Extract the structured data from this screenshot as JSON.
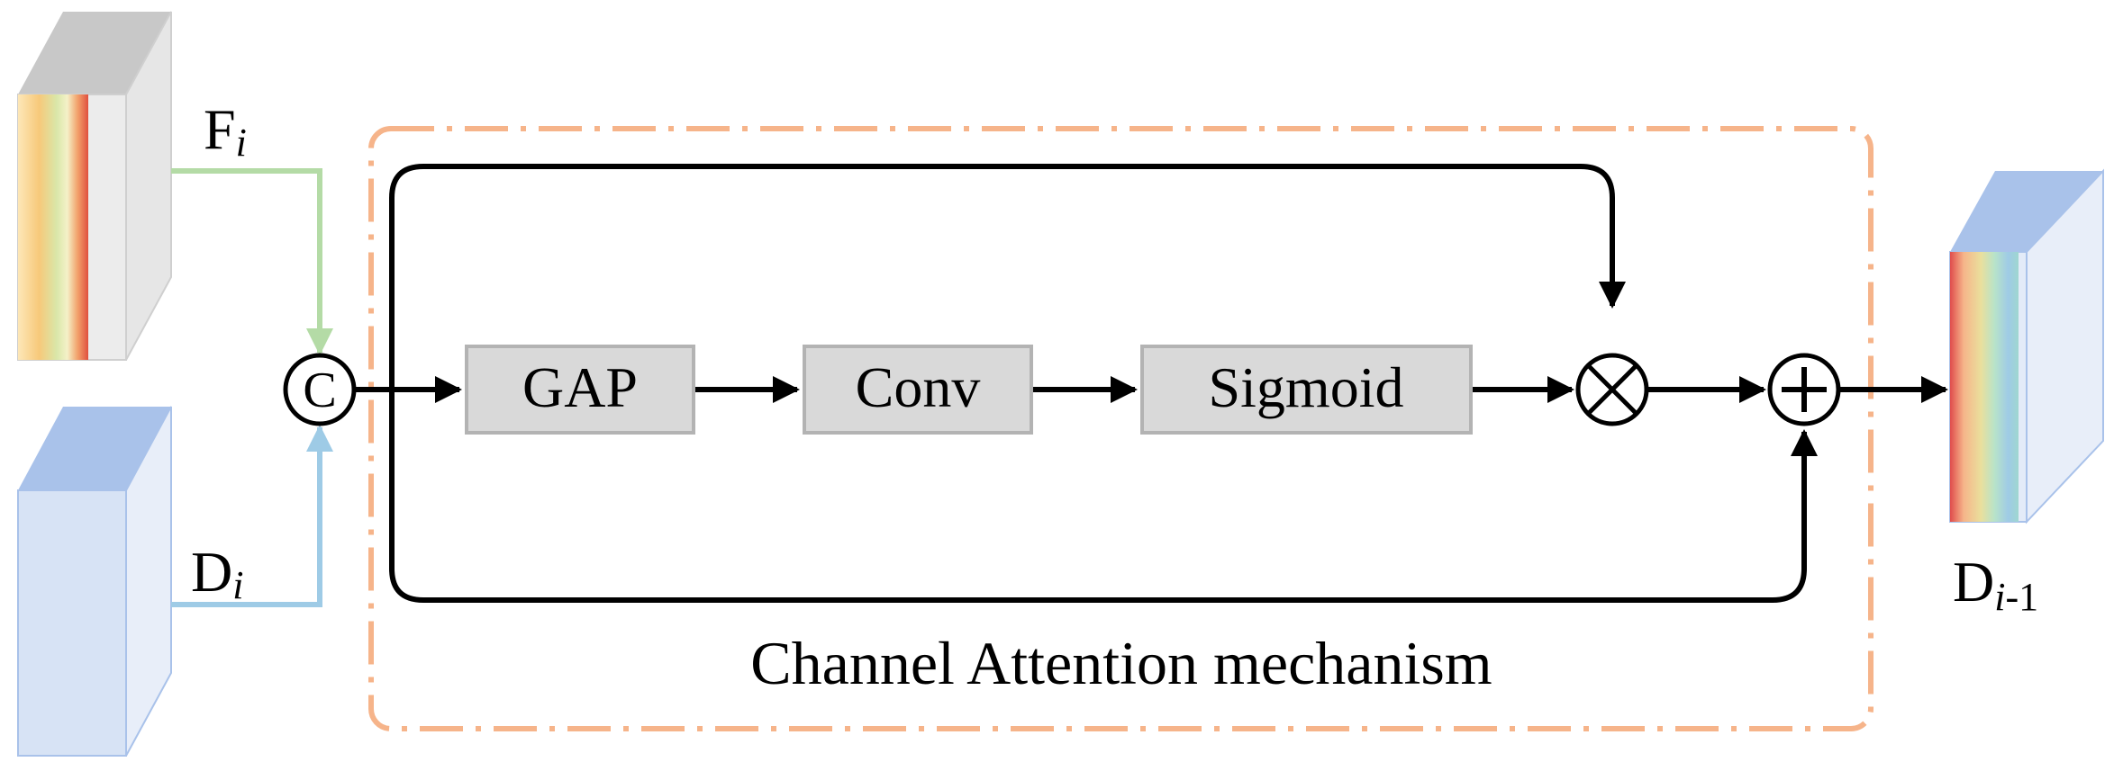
{
  "inputs": {
    "f_label_main": "F",
    "f_label_sub": "i",
    "d_label_main": "D",
    "d_label_sub": "i"
  },
  "output": {
    "label_main": "D",
    "label_sub_italic": "i",
    "label_sub_rest": "-1"
  },
  "concat_symbol": "C",
  "blocks": {
    "gap": "GAP",
    "conv": "Conv",
    "sigmoid": "Sigmoid"
  },
  "ops": {
    "multiply": "⊗",
    "add": "+"
  },
  "module_label": "Channel Attention mechanism",
  "colors": {
    "feature_gray": "#c8c8c8",
    "feature_blue": "#a9c2ea",
    "arrow_green": "#b4dba6",
    "arrow_blue": "#9ecbe6",
    "dash_orange": "#f6b48a",
    "block_fill": "#d9d9d9",
    "block_stroke": "#b3b3b3"
  }
}
